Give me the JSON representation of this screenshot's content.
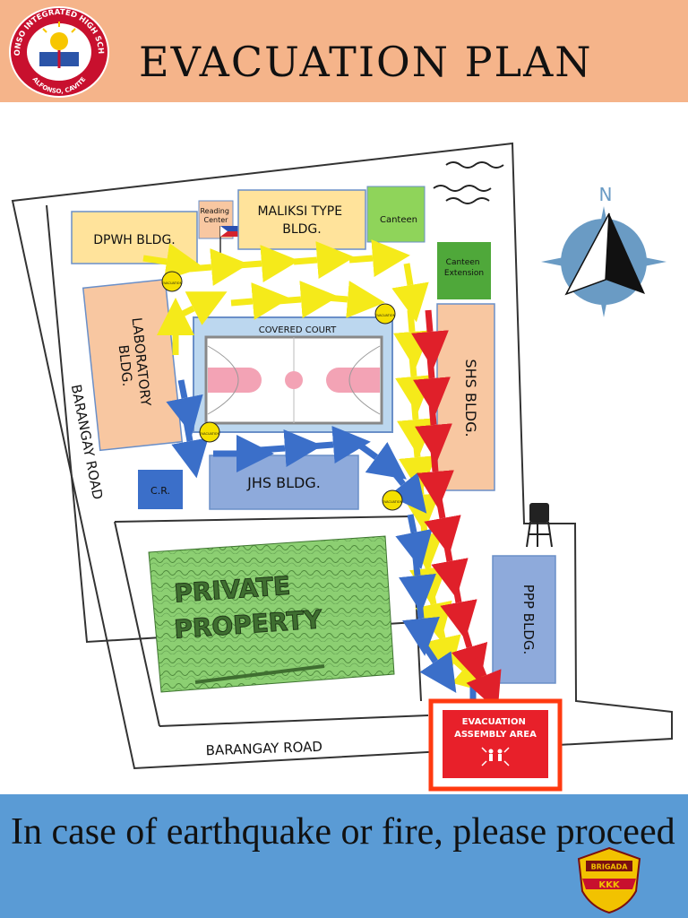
{
  "header": {
    "title": "EVACUATION PLAN",
    "logo_text_top": "ALFONSO INTEGRATED HIGH SCHOOL",
    "logo_text_bottom": "ALFONSO, CAVITE",
    "background_color": "#f5b48a"
  },
  "map": {
    "buildings": {
      "dpwh": "DPWH BLDG.",
      "reading_center": [
        "Reading",
        "Center"
      ],
      "maliksi": [
        "MALIKSI TYPE",
        "BLDG."
      ],
      "canteen": "Canteen",
      "canteen_extension": [
        "Canteen",
        "Extension"
      ],
      "laboratory": [
        "LABORATORY",
        "BLDG."
      ],
      "covered_court": "COVERED COURT",
      "shs": "SHS BLDG.",
      "jhs": "JHS BLDG.",
      "cr": "C.R.",
      "ppp": "PPP BLDG."
    },
    "roads": {
      "left": "BARANGAY ROAD",
      "bottom": "BARANGAY ROAD"
    },
    "private_property": [
      "PRIVATE",
      "PROPERTY"
    ],
    "assembly_area": [
      "EVACUATION",
      "ASSEMBLY AREA"
    ],
    "compass_label": "N",
    "route_sign_text": [
      "EVACUATION",
      "ROUTE"
    ],
    "colors": {
      "route_yellow": "#f5ea1a",
      "route_blue": "#3b6fc9",
      "route_red": "#e0202a",
      "assembly": "#e8202a",
      "assembly_border": "#ff3a10",
      "compass": "#6a9bc4"
    }
  },
  "footer": {
    "text": "In case of earthquake or fire, please proceed",
    "badge_top": "BRIGADA",
    "badge_mid": "KKK",
    "background_color": "#5a9bd5"
  }
}
